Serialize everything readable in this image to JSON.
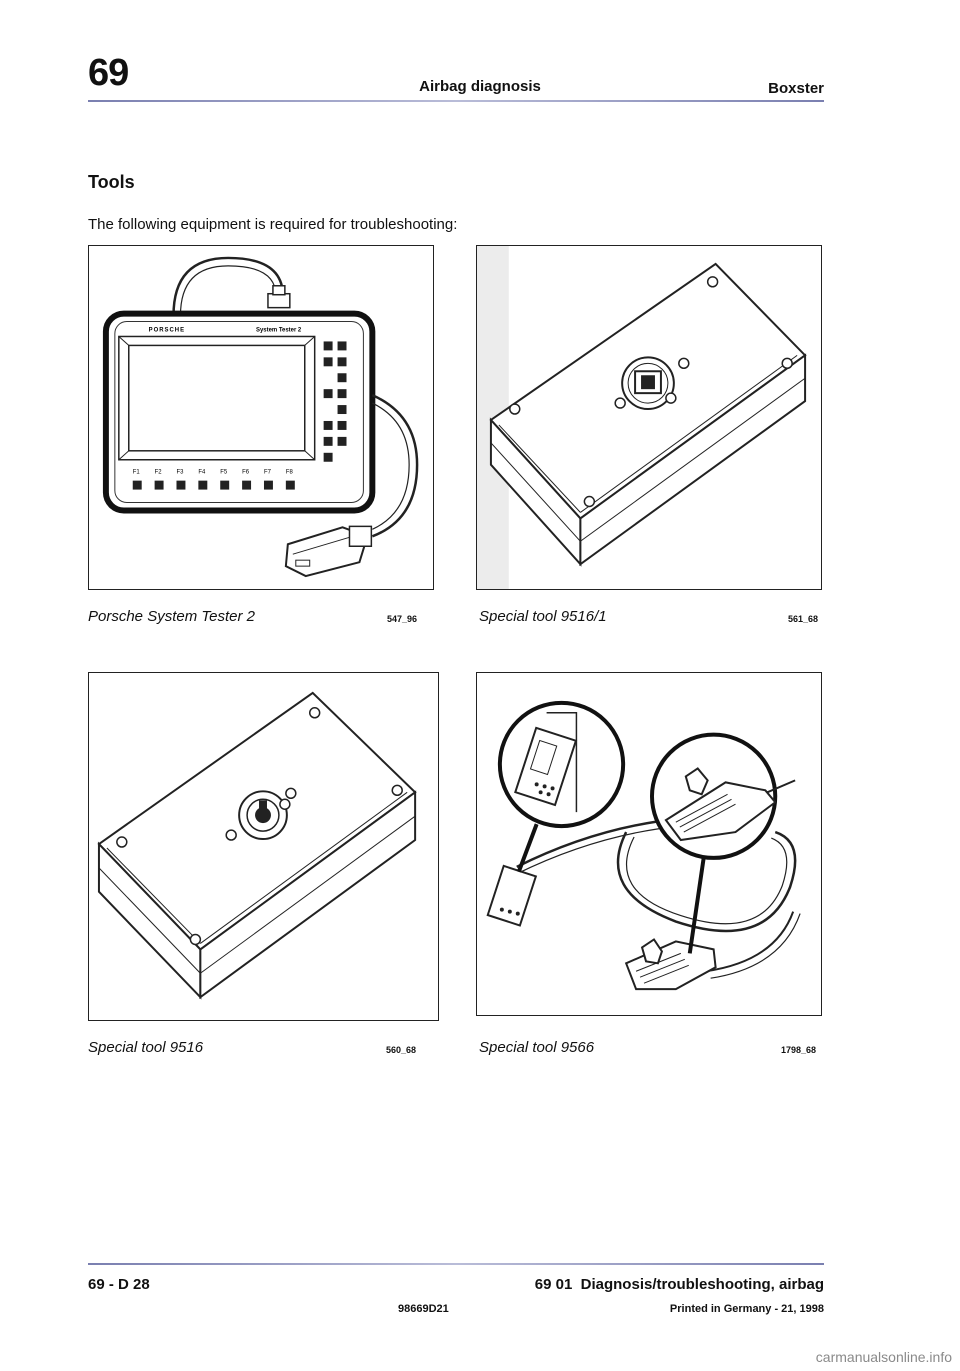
{
  "header": {
    "chapter": "69",
    "title": "Airbag diagnosis",
    "model": "Boxster"
  },
  "section": {
    "heading": "Tools",
    "intro": "The following equipment is required for troubleshooting:"
  },
  "figures": [
    {
      "caption": "Porsche System Tester 2",
      "code": "547_96",
      "screen_brand": "PORSCHE",
      "screen_title": "System Tester 2",
      "fkeys": [
        "F1",
        "F2",
        "F3",
        "F4",
        "F5",
        "F6",
        "F7",
        "F8"
      ]
    },
    {
      "caption": "Special tool 9516/1",
      "code": "561_68"
    },
    {
      "caption": "Special tool 9516",
      "code": "560_68"
    },
    {
      "caption": "Special tool 9566",
      "code": "1798_68"
    }
  ],
  "footer": {
    "page": "69 - D 28",
    "section_number": "69 01",
    "section_title": "Diagnosis/troubleshooting, airbag",
    "doc_number": "98669D21",
    "printed": "Printed in Germany - 21, 1998"
  },
  "watermark": "carmanualsonline.info"
}
